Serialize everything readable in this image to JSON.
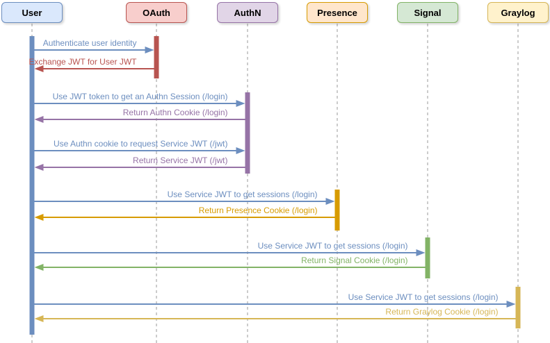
{
  "diagram": {
    "type": "sequence-diagram",
    "lifeline_color": "#9a9a9a",
    "background": "#ffffff",
    "participants": [
      {
        "id": "user",
        "label": "User",
        "fill": "#dae8fc",
        "stroke": "#6c8ebf"
      },
      {
        "id": "oauth",
        "label": "OAuth",
        "fill": "#f8cecc",
        "stroke": "#b85450"
      },
      {
        "id": "authn",
        "label": "AuthN",
        "fill": "#e1d5e7",
        "stroke": "#9673a6"
      },
      {
        "id": "presence",
        "label": "Presence",
        "fill": "#ffe6cc",
        "stroke": "#d79b00"
      },
      {
        "id": "signal",
        "label": "Signal",
        "fill": "#d5e8d4",
        "stroke": "#82b366"
      },
      {
        "id": "graylog",
        "label": "Graylog",
        "fill": "#fff2cc",
        "stroke": "#d6b656"
      }
    ],
    "messages": [
      {
        "from": "user",
        "to": "oauth",
        "label": "Authenticate user identity",
        "color": "#6c8ebf"
      },
      {
        "from": "oauth",
        "to": "user",
        "label": "Exchange JWT for User JWT",
        "color": "#b85450"
      },
      {
        "from": "user",
        "to": "authn",
        "label": "Use JWT token to get an Authn Session (/login)",
        "color": "#6c8ebf"
      },
      {
        "from": "authn",
        "to": "user",
        "label": "Return Authn Cookie (/login)",
        "color": "#9673a6"
      },
      {
        "from": "user",
        "to": "authn",
        "label": "Use Authn cookie to request Service JWT (/jwt)",
        "color": "#6c8ebf"
      },
      {
        "from": "authn",
        "to": "user",
        "label": "Return Service JWT (/jwt)",
        "color": "#9673a6"
      },
      {
        "from": "user",
        "to": "presence",
        "label": "Use Service JWT to get sessions (/login)",
        "color": "#6c8ebf"
      },
      {
        "from": "presence",
        "to": "user",
        "label": "Return Presence Cookie (/login)",
        "color": "#d79b00"
      },
      {
        "from": "user",
        "to": "signal",
        "label": "Use Service JWT to get sessions (/login)",
        "color": "#6c8ebf"
      },
      {
        "from": "signal",
        "to": "user",
        "label": "Return Signal Cookie (/login)",
        "color": "#82b366"
      },
      {
        "from": "user",
        "to": "graylog",
        "label": "Use Service JWT to get sessions (/login)",
        "color": "#6c8ebf"
      },
      {
        "from": "graylog",
        "to": "user",
        "label": "Return Graylog Cookie (/login)",
        "color": "#d6b656"
      }
    ]
  }
}
